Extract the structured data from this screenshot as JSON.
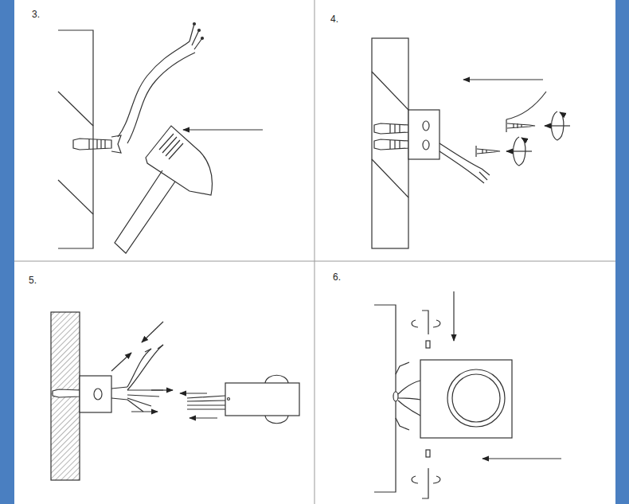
{
  "diagram": {
    "labels": [
      "3.",
      "4.",
      "5.",
      "6."
    ]
  }
}
